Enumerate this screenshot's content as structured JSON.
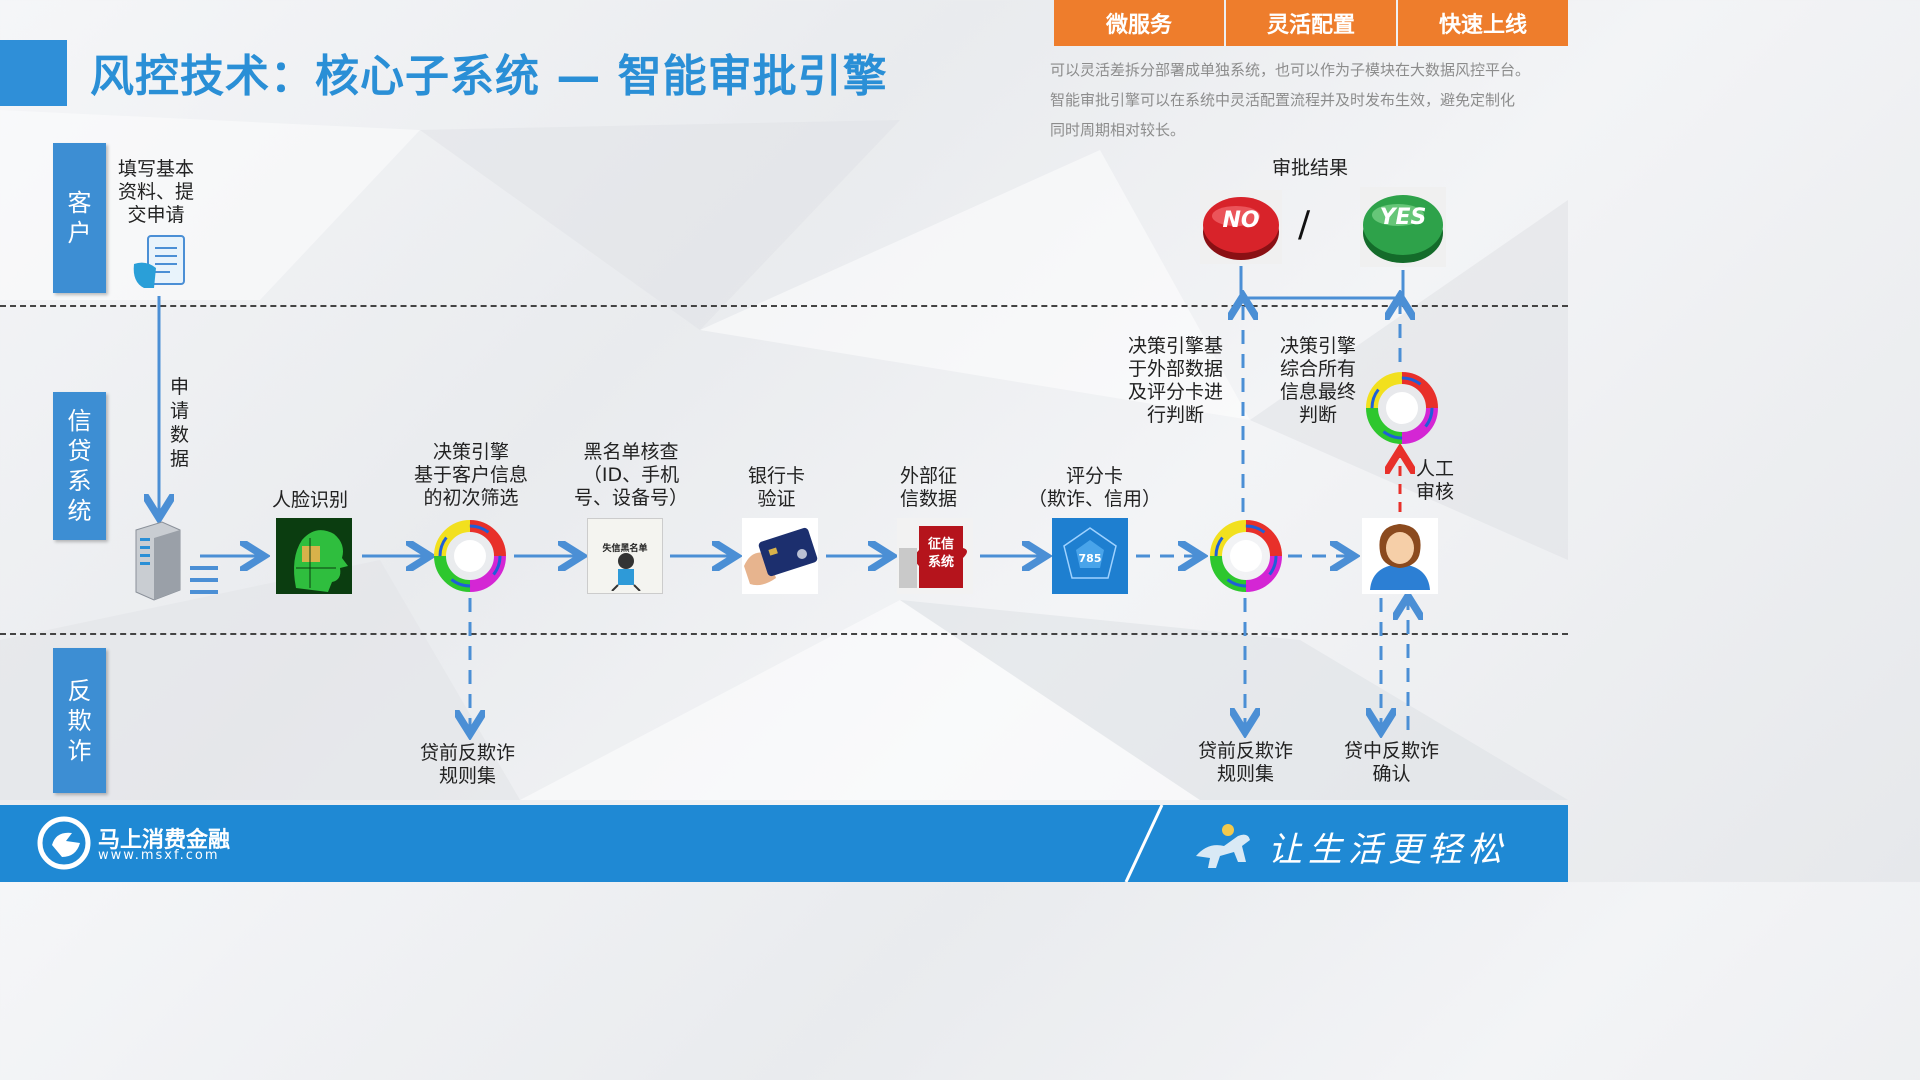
{
  "header": {
    "title": "风控技术：核心子系统 — 智能审批引擎",
    "tabs": [
      "微服务",
      "灵活配置",
      "快速上线"
    ],
    "description_lines": [
      "可以灵活差拆分部署成单独系统，也可以作为子模块在大数据风控平台。",
      "智能审批引擎可以在系统中灵活配置流程并及时发布生效，避免定制化",
      "同时周期相对较长。"
    ]
  },
  "lanes": [
    "客户",
    "信贷系统",
    "反欺诈"
  ],
  "customer": {
    "step_label": "填写基本\n资料、提\n交申请",
    "arrow_label": "申\n请\n数\n据"
  },
  "result": {
    "title": "审批结果",
    "no_label": "NO",
    "yes_label": "YES",
    "separator": "/"
  },
  "nodes": {
    "face": "人脸识别",
    "decision1": "决策引擎\n基于客户信息\n的初次筛选",
    "blacklist": "黑名单核查\n（ID、手机\n号、设备号）",
    "blacklist_badge": "失信黑名单",
    "bankcard": "银行卡\n验证",
    "credit": "外部征\n信数据",
    "credit_badge": "征信\n系统",
    "scorecard": "评分卡\n（欺诈、信用）",
    "scorecard_value": "785",
    "decision2": "决策引擎基\n于外部数据\n及评分卡进\n行判断",
    "decision3": "决策引擎\n综合所有\n信息最终\n判断",
    "manual": "人工\n审核"
  },
  "antifraud": {
    "pre_rules_1": "贷前反欺诈\n规则集",
    "pre_rules_2": "贷前反欺诈\n规则集",
    "mid_confirm": "贷中反欺诈\n确认"
  },
  "footer": {
    "brand": "马上消费金融",
    "url": "www.msxf.com",
    "slogan": "让生活更轻松"
  },
  "colors": {
    "accent": "#2a8fd6",
    "tab": "#ee7d2c",
    "arrow": "#4b8fd5",
    "footer": "#1f89d4",
    "no_button": "#d8232a",
    "yes_button": "#2ea24a",
    "red_arrow": "#e8302a"
  }
}
